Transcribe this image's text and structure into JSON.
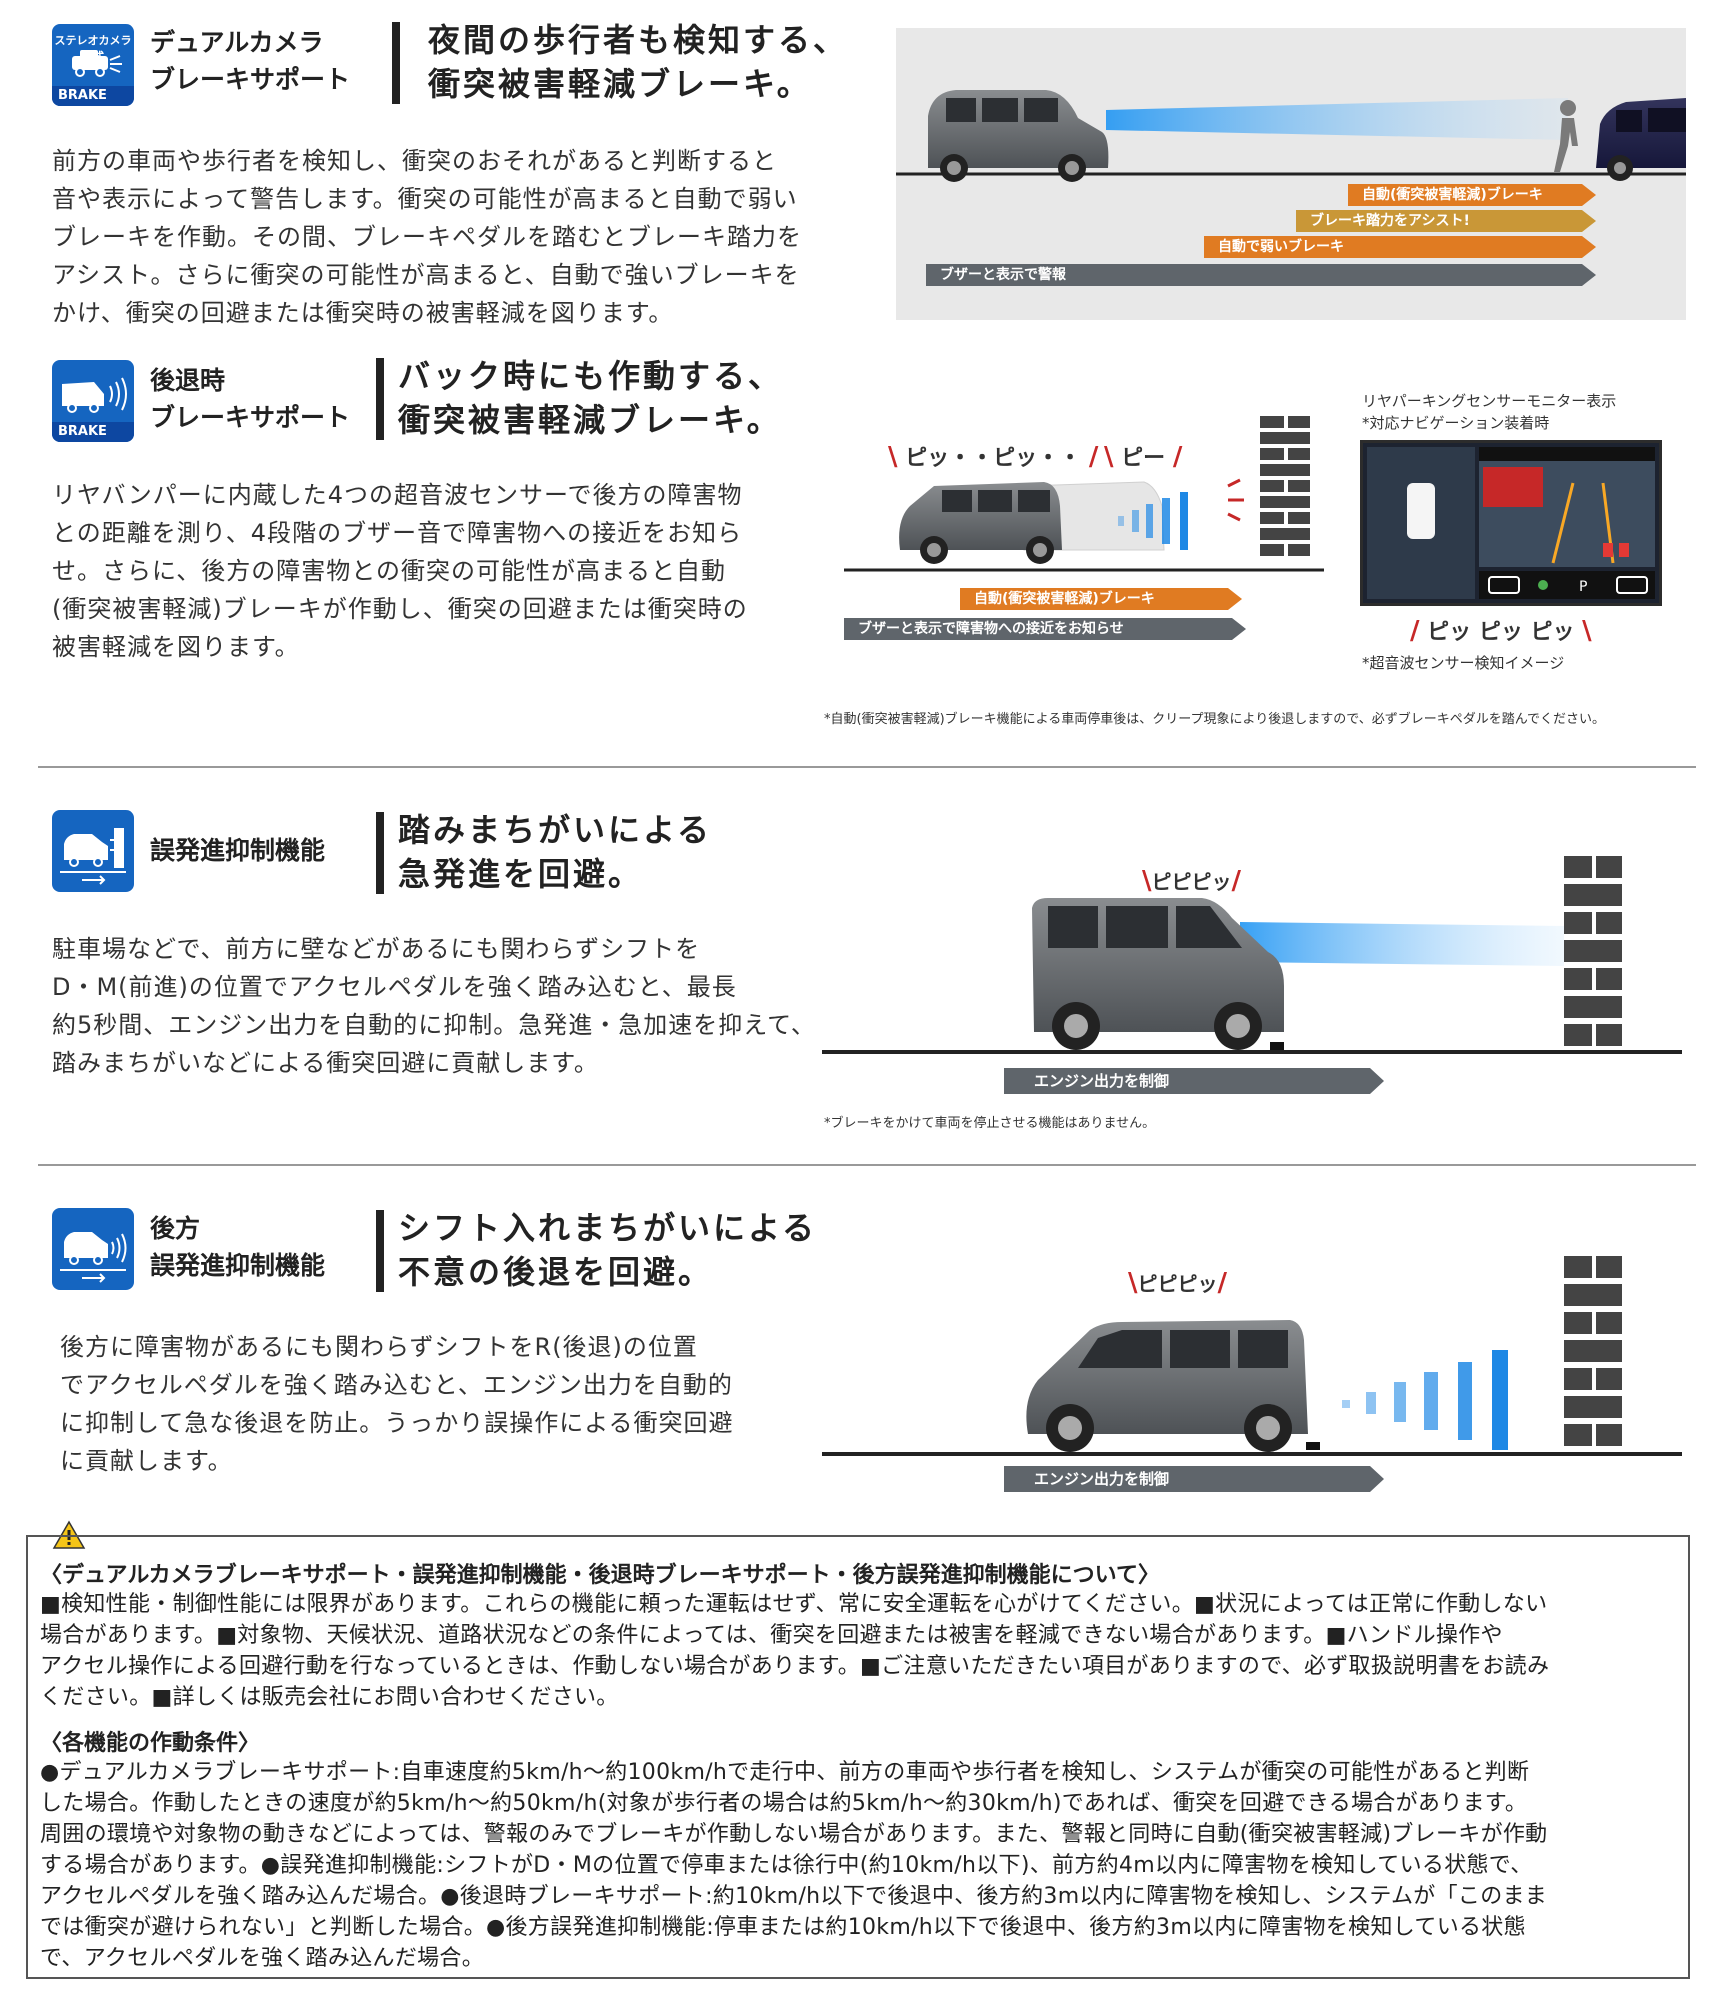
{
  "sections": {
    "dual_camera": {
      "badge_top": "ステレオカメラ方式",
      "badge_bottom": "BRAKE",
      "name": "デュアルカメラ\nブレーキサポート",
      "headline": "夜間の歩行者も検知する、\n衝突被害軽減ブレーキ。",
      "body": "前方の車両や歩行者を検知し、衝突のおそれがあると判断すると\n音や表示によって警告します。衝突の可能性が高まると自動で弱い\nブレーキを作動。その間、ブレーキペダルを踏むとブレーキ踏力を\nアシスト。さらに衝突の可能性が高まると、自動で強いブレーキを\nかけ、衝突の回避または衝突時の被害軽減を図ります。",
      "arrows": [
        "自動(衝突被害軽減)ブレーキ",
        "ブレーキ踏力をアシスト!",
        "自動で弱いブレーキ",
        "ブザーと表示で警報"
      ]
    },
    "rear_brake": {
      "badge_bottom": "BRAKE",
      "name": "後退時\nブレーキサポート",
      "headline": "バック時にも作動する、\n衝突被害軽減ブレーキ。",
      "body": "リヤバンパーに内蔵した4つの超音波センサーで後方の障害物\nとの距離を測り、4段階のブザー音で障害物への接近をお知ら\nせ。さらに、後方の障害物との衝突の可能性が高まると自動\n(衝突被害軽減)ブレーキが作動し、衝突の回避または衝突時の\n被害軽減を図ります。",
      "sound_left": "ピッ・・ピッ・・",
      "sound_right": "ピー",
      "arrows": [
        "自動(衝突被害軽減)ブレーキ",
        "ブザーと表示で障害物への接近をお知らせ"
      ],
      "monitor_caption_1": "リヤパーキングセンサーモニター表示",
      "monitor_caption_2": "*対応ナビゲーション装着時",
      "monitor_sound": "ピッ ピッ ピッ",
      "monitor_note": "*超音波センサー検知イメージ",
      "footnote": "*自動(衝突被害軽減)ブレーキ機能による車両停車後は、クリープ現象により後退しますので、必ずブレーキペダルを踏んでください。"
    },
    "misstart": {
      "name": "誤発進抑制機能",
      "headline": "踏みまちがいによる\n急発進を回避。",
      "body": "駐車場などで、前方に壁などがあるにも関わらずシフトを\nD・M(前進)の位置でアクセルペダルを強く踏み込むと、最長\n約5秒間、エンジン出力を自動的に抑制。急発進・急加速を抑えて、\n踏みまちがいなどによる衝突回避に貢献します。",
      "sound": "ピピピッ",
      "arrow": "エンジン出力を制御",
      "footnote": "*ブレーキをかけて車両を停止させる機能はありません。"
    },
    "rear_misstart": {
      "name": "後方\n誤発進抑制機能",
      "headline": "シフト入れまちがいによる\n不意の後退を回避。",
      "body": "後方に障害物があるにも関わらずシフトをR(後退)の位置\nでアクセルペダルを強く踏み込むと、エンジン出力を自動的\nに抑制して急な後退を防止。うっかり誤操作による衝突回避\nに貢献します。",
      "sound": "ピピピッ",
      "arrow": "エンジン出力を制御"
    }
  },
  "warning": {
    "title1": "〈デュアルカメラブレーキサポート・誤発進抑制機能・後退時ブレーキサポート・後方誤発進抑制機能について〉",
    "text1": "■検知性能・制御性能には限界があります。これらの機能に頼った運転はせず、常に安全運転を心がけてください。■状況によっては正常に作動しない\n場合があります。■対象物、天候状況、道路状況などの条件によっては、衝突を回避または被害を軽減できない場合があります。■ハンドル操作や\nアクセル操作による回避行動を行なっているときは、作動しない場合があります。■ご注意いただきたい項目がありますので、必ず取扱説明書をお読み\nください。■詳しくは販売会社にお問い合わせください。",
    "title2": "〈各機能の作動条件〉",
    "text2": "●デュアルカメラブレーキサポート:自車速度約5km/h〜約100km/hで走行中、前方の車両や歩行者を検知し、システムが衝突の可能性があると判断\nした場合。作動したときの速度が約5km/h〜約50km/h(対象が歩行者の場合は約5km/h〜約30km/h)であれば、衝突を回避できる場合があります。\n周囲の環境や対象物の動きなどによっては、警報のみでブレーキが作動しない場合があります。また、警報と同時に自動(衝突被害軽減)ブレーキが作動\nする場合があります。●誤発進抑制機能:シフトがD・Mの位置で停車または徐行中(約10km/h以下)、前方約4m以内に障害物を検知している状態で、\nアクセルペダルを強く踏み込んだ場合。●後退時ブレーキサポート:約10km/h以下で後退中、後方約3m以内に障害物を検知し、システムが「このまま\nでは衝突が避けられない」と判断した場合。●後方誤発進抑制機能:停車または約10km/h以下で後退中、後方約3m以内に障害物を検知している状態\nで、アクセルペダルを強く踏み込んだ場合。"
  },
  "colors": {
    "brand_blue": "#1565c0",
    "orange": "#e07b22",
    "gold": "#c99737",
    "gray_arrow": "#5f656b"
  }
}
